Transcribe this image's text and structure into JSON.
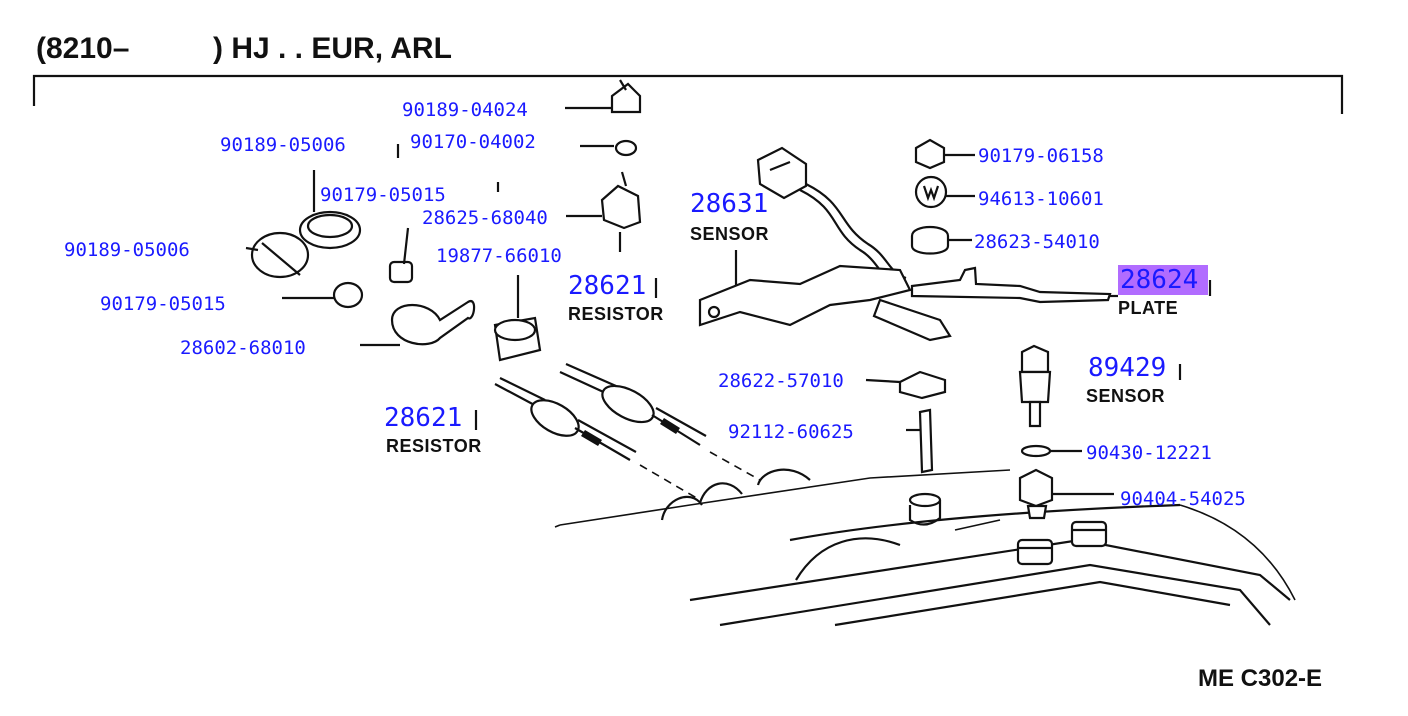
{
  "header": {
    "title_prefix": "(8210–",
    "title_suffix": ") HJ . . EUR, ARL"
  },
  "footer": {
    "diagram_code": "ME  C302-E"
  },
  "accent": {
    "part_number_color": "#1a1aff",
    "highlight_color": "#b16cff"
  },
  "parts": [
    {
      "id": "p1",
      "number": "90189-04024"
    },
    {
      "id": "p2",
      "number": "90189-05006"
    },
    {
      "id": "p3",
      "number": "90170-04002"
    },
    {
      "id": "p4",
      "number": "90179-05015"
    },
    {
      "id": "p5",
      "number": "28625-68040"
    },
    {
      "id": "p6",
      "number": "90189-05006"
    },
    {
      "id": "p7",
      "number": "19877-66010"
    },
    {
      "id": "p8",
      "number": "90179-05015"
    },
    {
      "id": "p9",
      "number": "28602-68010"
    },
    {
      "id": "p10",
      "number": "90179-06158"
    },
    {
      "id": "p11",
      "number": "94613-10601"
    },
    {
      "id": "p12",
      "number": "28623-54010"
    },
    {
      "id": "p13",
      "number": "28622-57010"
    },
    {
      "id": "p14",
      "number": "92112-60625"
    },
    {
      "id": "p15",
      "number": "90430-12221"
    },
    {
      "id": "p16",
      "number": "90404-54025"
    }
  ],
  "named_parts": [
    {
      "id": "n1",
      "number": "28631",
      "name": "SENSOR"
    },
    {
      "id": "n2",
      "number": "28621",
      "name": "RESISTOR"
    },
    {
      "id": "n3",
      "number": "28624",
      "name": "PLATE",
      "highlighted": true
    },
    {
      "id": "n4",
      "number": "89429",
      "name": "SENSOR"
    },
    {
      "id": "n5",
      "number": "28621",
      "name": "RESISTOR"
    }
  ]
}
